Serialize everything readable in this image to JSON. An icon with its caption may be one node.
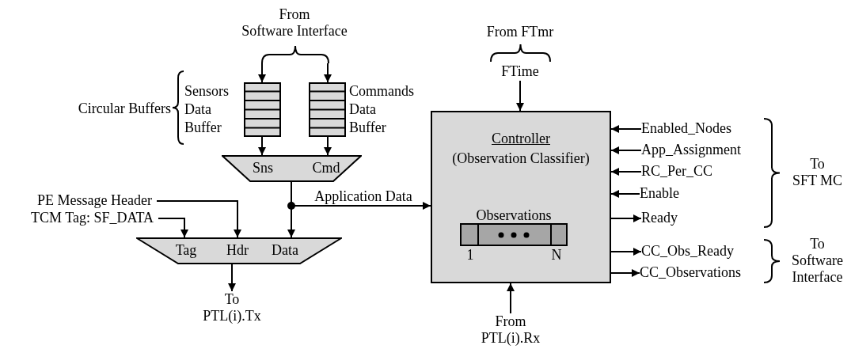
{
  "diagram": {
    "nodes": [
      {
        "text": [
          "From Software Interface"
        ]
      },
      {
        "text": [],
        "shape": "box",
        "beside": [
          "Sensors Data Buffer"
        ]
      },
      {
        "text": [],
        "shape": "box",
        "beside": [
          "Commands Data Buffer"
        ]
      },
      {
        "text": [
          "Sns",
          "Cmd"
        ]
      },
      {
        "text": [
          "PE Message Header"
        ]
      },
      {
        "text": [
          "TCM Tag: SF_DATA"
        ]
      },
      {
        "text": [
          "Tag",
          "Hdr",
          "Data"
        ]
      },
      {
        "text": [
          "To PTL(i).Tx"
        ]
      },
      {
        "text": [
          "FTime"
        ]
      },
      {
        "text": [
          "Controller",
          "(Observation Classifier)"
        ]
      },
      {
        "text": [
          "Observations"
        ],
        "in": 9,
        "beside": [
          "1",
          "N"
        ]
      },
      {
        "text": [
          "Enabled_Nodes"
        ]
      },
      {
        "text": [
          "App_Assignment"
        ]
      },
      {
        "text": [
          "RC_Per_CC"
        ]
      },
      {
        "text": [
          "Enable"
        ]
      },
      {
        "text": [
          "Ready"
        ]
      },
      {
        "text": [
          "CC_Obs_Ready"
        ]
      },
      {
        "text": [
          "CC_Observations"
        ]
      },
      {
        "text": [
          "From PTL(i).Rx"
        ]
      }
    ],
    "edges": [
      {
        "from": 0,
        "to": 1,
        "arrow": "to"
      },
      {
        "from": 0,
        "to": 2,
        "arrow": "to"
      },
      {
        "from": 1,
        "to": 3,
        "arrow": "to"
      },
      {
        "from": 2,
        "to": 3,
        "arrow": "to"
      },
      {
        "from": 3,
        "to": 9,
        "arrow": "to",
        "label": "Application Data"
      },
      {
        "from": 3,
        "to": 6,
        "arrow": "to"
      },
      {
        "from": 4,
        "to": 6,
        "arrow": "to"
      },
      {
        "from": 5,
        "to": 6,
        "arrow": "to"
      },
      {
        "from": 6,
        "to": 7,
        "arrow": "to"
      },
      {
        "from": 8,
        "to": 9,
        "arrow": "to"
      },
      {
        "from": 11,
        "to": 9,
        "arrow": "to"
      },
      {
        "from": 12,
        "to": 9,
        "arrow": "to"
      },
      {
        "from": 13,
        "to": 9,
        "arrow": "to"
      },
      {
        "from": 14,
        "to": 9,
        "arrow": "to"
      },
      {
        "from": 9,
        "to": 15,
        "arrow": "to"
      },
      {
        "from": 9,
        "to": 16,
        "arrow": "to"
      },
      {
        "from": 9,
        "to": 17,
        "arrow": "to"
      },
      {
        "from": 18,
        "to": 9,
        "arrow": "to"
      }
    ],
    "labels": [
      "From FTmr",
      "Circular Buffers",
      "To SFT MC",
      "To Software Interface"
    ]
  }
}
